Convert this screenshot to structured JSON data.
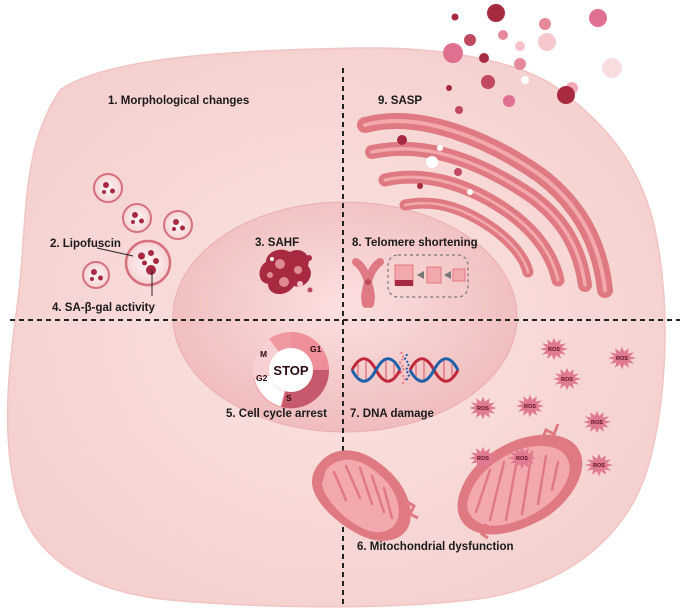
{
  "labels": {
    "morphology": "1. Morphological changes",
    "lipofuscin": "2. Lipofuscin",
    "sahf": "3. SAHF",
    "sa_beta_gal": "4. SA-β-gal activity",
    "cell_cycle": "5. Cell cycle arrest",
    "mito": "6. Mitochondrial dysfunction",
    "dna_damage": "7. DNA damage",
    "telomere": "8. Telomere shortening",
    "sasp": "9. SASP"
  },
  "cell_cycle": {
    "center": "STOP",
    "phases": {
      "g1": "G1",
      "s": "S",
      "g2": "G2",
      "m": "M"
    }
  },
  "ros": "ROS",
  "colors": {
    "cell_fill": "#f8d8d6",
    "nucleus_fill": "#f3c1c1",
    "accent": "#e07a82",
    "dark": "#b84a5c",
    "deep": "#a82a40"
  }
}
